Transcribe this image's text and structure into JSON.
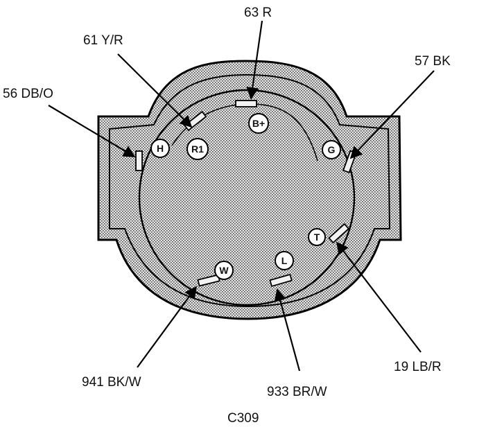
{
  "connector": {
    "name": "C309"
  },
  "pins": [
    {
      "id": "B+"
    },
    {
      "id": "R1"
    },
    {
      "id": "H"
    },
    {
      "id": "G"
    },
    {
      "id": "T"
    },
    {
      "id": "W"
    },
    {
      "id": "L"
    }
  ],
  "circuits": [
    {
      "label": "63 R"
    },
    {
      "label": "61 Y/R"
    },
    {
      "label": "56 DB/O"
    },
    {
      "label": "57 BK"
    },
    {
      "label": "19 LB/R"
    },
    {
      "label": "933 BR/W"
    },
    {
      "label": "941 BK/W"
    }
  ]
}
